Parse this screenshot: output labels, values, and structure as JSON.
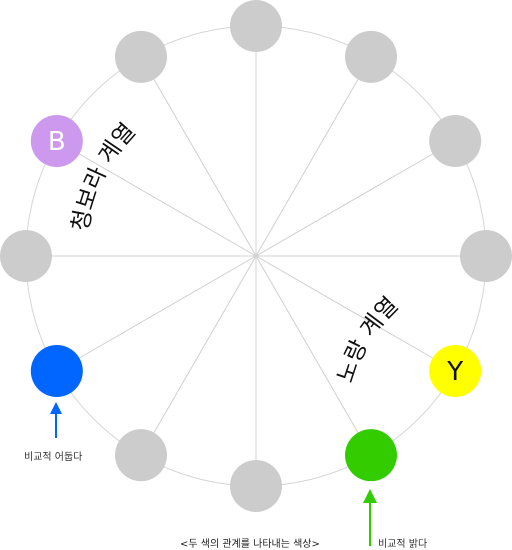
{
  "wheel": {
    "ring_color": "#d6d6d6",
    "spoke_color": "#d0d0d0",
    "default_node_color": "#cccccc",
    "node_count": 12
  },
  "nodes": [
    {
      "name": "node-top",
      "color": "#cccccc",
      "label": ""
    },
    {
      "name": "node-1",
      "color": "#cccccc",
      "label": ""
    },
    {
      "name": "node-2",
      "color": "#cccccc",
      "label": ""
    },
    {
      "name": "node-3",
      "color": "#cccccc",
      "label": ""
    },
    {
      "name": "node-yellow",
      "color": "#ffff00",
      "label": "Y",
      "label_dark": true
    },
    {
      "name": "node-green",
      "color": "#33cc00",
      "label": ""
    },
    {
      "name": "node-bottom",
      "color": "#cccccc",
      "label": ""
    },
    {
      "name": "node-7",
      "color": "#cccccc",
      "label": ""
    },
    {
      "name": "node-blue",
      "color": "#0066ff",
      "label": ""
    },
    {
      "name": "node-left",
      "color": "#cccccc",
      "label": ""
    },
    {
      "name": "node-purple",
      "color": "#cc99ee",
      "label": "B",
      "label_dark": false
    },
    {
      "name": "node-11",
      "color": "#cccccc",
      "label": ""
    }
  ],
  "curved_labels": {
    "blue_series": "청보라 계열",
    "yellow_series": "노랑 계열"
  },
  "annotations": {
    "dark_note": "비교적 어둡다",
    "bright_note": "비교적 밝다",
    "caption": "<두 색의 관계를 나타내는 색상>",
    "dark_arrow_color": "#0066ff",
    "bright_arrow_color": "#33cc00"
  }
}
